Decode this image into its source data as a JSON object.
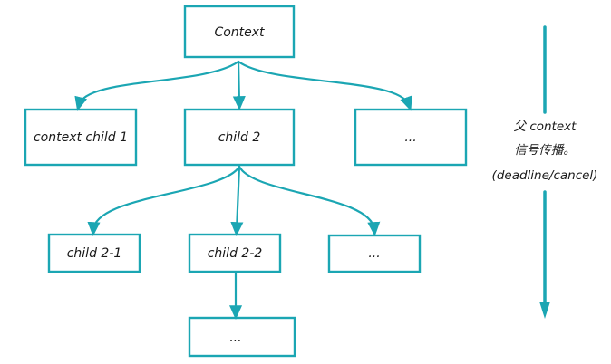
{
  "nodes": {
    "root": "Context",
    "child1": "context child 1",
    "child2": "child 2",
    "child3": "...",
    "child2_1": "child 2-1",
    "child2_2": "child 2-2",
    "child2_3": "...",
    "child2_2_1": "..."
  },
  "propagation_note": {
    "line1": "父 context",
    "line2": "信号传播。",
    "line3": "(deadline/cancel)"
  },
  "colors": {
    "accent": "#1ba6b3",
    "text": "#1a1a1a",
    "background": "#ffffff"
  }
}
